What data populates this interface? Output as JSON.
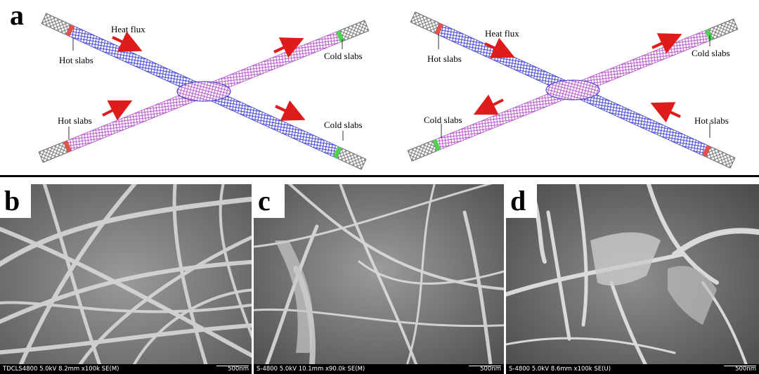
{
  "panel_a": {
    "letter": "a",
    "left_diagram": {
      "heat_flux": "Heat flux",
      "hot_slabs_top": "Hot slabs",
      "hot_slabs_bottom": "Hot slabs",
      "cold_slabs_top": "Cold slabs",
      "cold_slabs_bottom": "Cold slabs"
    },
    "right_diagram": {
      "heat_flux": "Heat flux",
      "hot_slabs_top": "Hot slabs",
      "hot_slabs_bottom": "Hot slabs",
      "cold_slabs_top": "Cold slabs",
      "cold_slabs_bottom": "Cold slabs"
    }
  },
  "panel_b": {
    "letter": "b",
    "meta": "TDCLS4800 5.0kV 8.2mm x100k SE(M)",
    "scale": "500nm"
  },
  "panel_c": {
    "letter": "c",
    "meta": "S-4800 5.0kV 10.1mm x90.0k SE(M)",
    "scale": "500nm"
  },
  "panel_d": {
    "letter": "d",
    "meta": "S-4800 5.0kV 8.6mm x100k SE(U)",
    "scale": "500nm"
  },
  "colors": {
    "tube_blue": "#3a3ad0",
    "tube_magenta": "#b44fc9",
    "tube_gray": "#8a8a8a",
    "hot_slab": "#e8504a",
    "cold_slab": "#4fd24f",
    "arrow": "#e01b1b"
  }
}
